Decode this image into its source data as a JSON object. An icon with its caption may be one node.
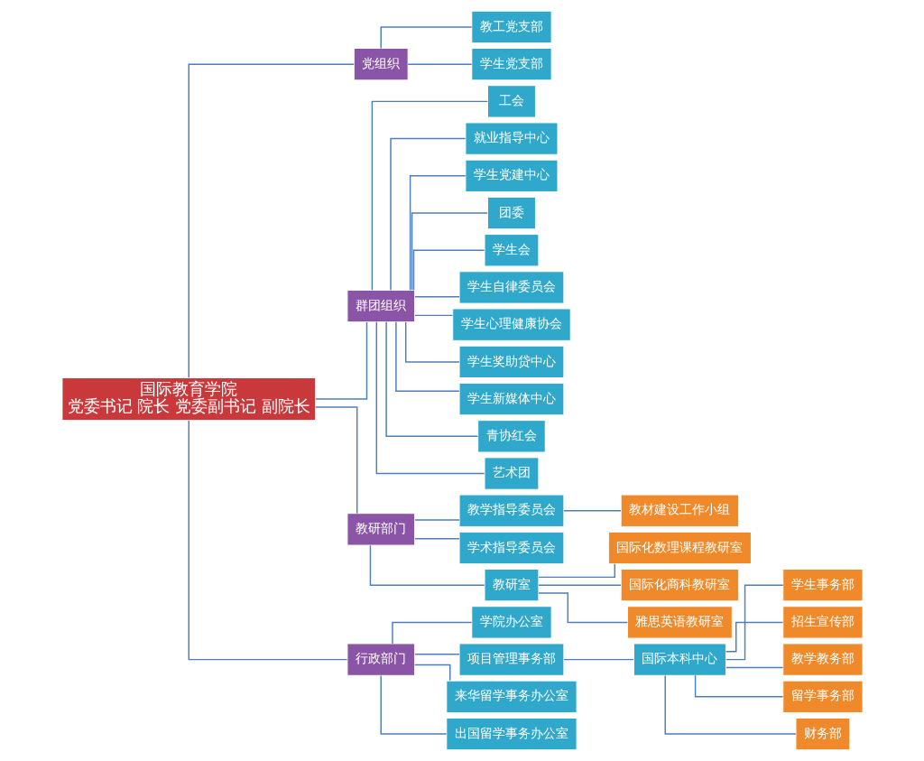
{
  "diagram": {
    "nodes": [
      {
        "text": [
          "国际教育学院",
          "党委书记 院长 党委副书记 副院长"
        ]
      },
      {
        "text": [
          "党组织"
        ]
      },
      {
        "text": [
          "群团组织"
        ]
      },
      {
        "text": [
          "教研部门"
        ]
      },
      {
        "text": [
          "行政部门"
        ]
      },
      {
        "text": [
          "教工党支部"
        ]
      },
      {
        "text": [
          "学生党支部"
        ]
      },
      {
        "text": [
          "工会"
        ]
      },
      {
        "text": [
          "就业指导中心"
        ]
      },
      {
        "text": [
          "学生党建中心"
        ]
      },
      {
        "text": [
          "团委"
        ]
      },
      {
        "text": [
          "学生会"
        ]
      },
      {
        "text": [
          "学生自律委员会"
        ]
      },
      {
        "text": [
          "学生心理健康协会"
        ]
      },
      {
        "text": [
          "学生奖助贷中心"
        ]
      },
      {
        "text": [
          "学生新媒体中心"
        ]
      },
      {
        "text": [
          "青协红会"
        ]
      },
      {
        "text": [
          "艺术团"
        ]
      },
      {
        "text": [
          "教学指导委员会"
        ]
      },
      {
        "text": [
          "学术指导委员会"
        ]
      },
      {
        "text": [
          "教研室"
        ]
      },
      {
        "text": [
          "教材建设工作小组"
        ]
      },
      {
        "text": [
          "国际化数理课程教研室"
        ]
      },
      {
        "text": [
          "国际化商科教研室"
        ]
      },
      {
        "text": [
          "雅思英语教研室"
        ]
      },
      {
        "text": [
          "学院办公室"
        ]
      },
      {
        "text": [
          "项目管理事务部"
        ]
      },
      {
        "text": [
          "来华留学事务办公室"
        ]
      },
      {
        "text": [
          "出国留学事务办公室"
        ]
      },
      {
        "text": [
          "国际本科中心"
        ]
      },
      {
        "text": [
          "学生事务部"
        ]
      },
      {
        "text": [
          "招生宣传部"
        ]
      },
      {
        "text": [
          "教学教务部"
        ]
      },
      {
        "text": [
          "留学事务部"
        ]
      },
      {
        "text": [
          "财务部"
        ]
      }
    ],
    "edges": [
      {
        "from": 0,
        "to": 1,
        "arrow": "none"
      },
      {
        "from": 0,
        "to": 2,
        "arrow": "none"
      },
      {
        "from": 0,
        "to": 3,
        "arrow": "none"
      },
      {
        "from": 0,
        "to": 4,
        "arrow": "none"
      },
      {
        "from": 1,
        "to": 5,
        "arrow": "none"
      },
      {
        "from": 1,
        "to": 6,
        "arrow": "none"
      },
      {
        "from": 2,
        "to": 7,
        "arrow": "none"
      },
      {
        "from": 2,
        "to": 8,
        "arrow": "none"
      },
      {
        "from": 2,
        "to": 9,
        "arrow": "none"
      },
      {
        "from": 2,
        "to": 10,
        "arrow": "none"
      },
      {
        "from": 2,
        "to": 11,
        "arrow": "none"
      },
      {
        "from": 2,
        "to": 12,
        "arrow": "none"
      },
      {
        "from": 2,
        "to": 13,
        "arrow": "none"
      },
      {
        "from": 2,
        "to": 14,
        "arrow": "none"
      },
      {
        "from": 2,
        "to": 15,
        "arrow": "none"
      },
      {
        "from": 2,
        "to": 16,
        "arrow": "none"
      },
      {
        "from": 2,
        "to": 17,
        "arrow": "none"
      },
      {
        "from": 3,
        "to": 18,
        "arrow": "none"
      },
      {
        "from": 3,
        "to": 19,
        "arrow": "none"
      },
      {
        "from": 3,
        "to": 20,
        "arrow": "none"
      },
      {
        "from": 18,
        "to": 21,
        "arrow": "none"
      },
      {
        "from": 20,
        "to": 22,
        "arrow": "none"
      },
      {
        "from": 20,
        "to": 23,
        "arrow": "none"
      },
      {
        "from": 20,
        "to": 24,
        "arrow": "none"
      },
      {
        "from": 4,
        "to": 25,
        "arrow": "none"
      },
      {
        "from": 4,
        "to": 26,
        "arrow": "none"
      },
      {
        "from": 4,
        "to": 27,
        "arrow": "none"
      },
      {
        "from": 4,
        "to": 28,
        "arrow": "none"
      },
      {
        "from": 26,
        "to": 29,
        "arrow": "none"
      },
      {
        "from": 29,
        "to": 30,
        "arrow": "none"
      },
      {
        "from": 29,
        "to": 31,
        "arrow": "none"
      },
      {
        "from": 29,
        "to": 32,
        "arrow": "none"
      },
      {
        "from": 29,
        "to": 33,
        "arrow": "none"
      },
      {
        "from": 29,
        "to": 34,
        "arrow": "none"
      }
    ]
  }
}
